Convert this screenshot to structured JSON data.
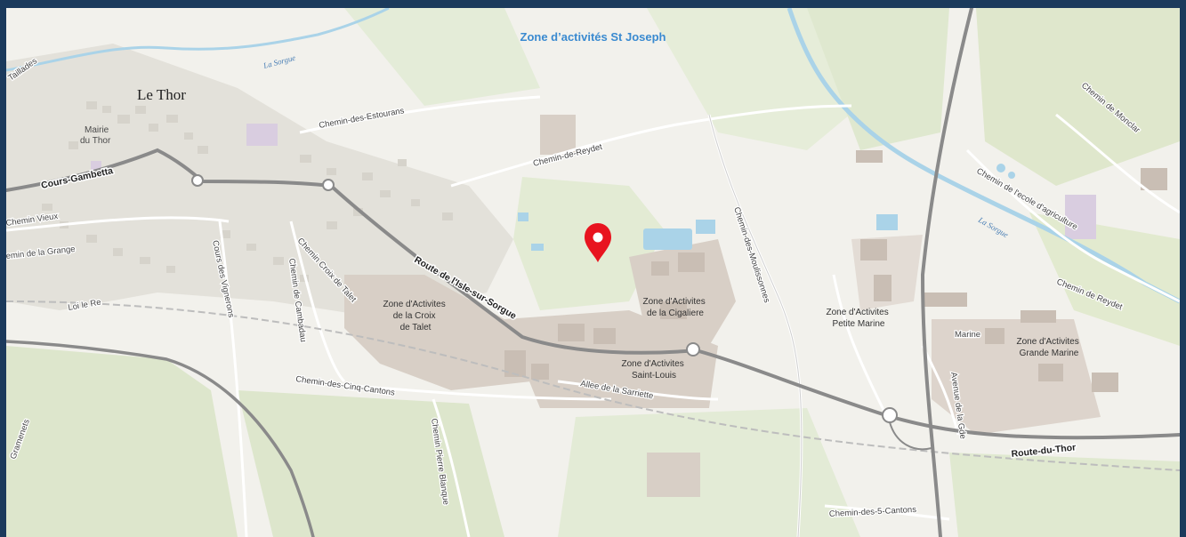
{
  "caption": "Zone d’activités St Joseph",
  "labels": {
    "town": "Le Thor",
    "mairie_line1": "Mairie",
    "mairie_line2": "du Thor",
    "cours_gambetta": "Cours-Gambetta",
    "chemin_vieux": "Chemin Vieux",
    "chemin_grange": "emin de la Grange",
    "loi_re": "Loi le Re",
    "cours_vignerons": "Cours des Vignerons",
    "chemin_cambaud": "Chemin de Cambadau",
    "chemin_croix_talet": "Chemin Croix de Talet",
    "route_isle": "Route de l'Isle-sur-Sorgue",
    "chemin_cinq_cantons": "Chemin-des-Cinq-Cantons",
    "chemin_pierre_blanque": "Chemin Pierre Blanque",
    "chemin_estourans": "Chemin-des-Estourans",
    "chemin_reydet": "Chemin-de-Reydet",
    "chemin_moulissonnes": "Chemin-des-Moulissonnes",
    "chemin_ecole": "Chemin de l'ecole d'agriculture",
    "chemin_reydet_east": "Chemin de Reydet",
    "chemin_moncla": "Chemin de Monclar",
    "la_sorgue_west": "La Sorgue",
    "la_sorgue_east": "La Sorgue",
    "gramenets": "Gramenets",
    "allee_sarriette": "Allee de la Sarriette",
    "avenue_gde": "Avenue de la Gde",
    "marine": "Marine",
    "route_thor": "Route-du-Thor",
    "chemin_5_cantons": "Chemin-des-5-Cantons",
    "taillades": "Taillades"
  },
  "zones": {
    "croix_talet": [
      "Zone d'Activites",
      "de la Croix",
      "de Talet"
    ],
    "cigaliere": [
      "Zone d'Activites",
      "de la Cigaliere"
    ],
    "saint_louis": [
      "Zone d'Activites",
      "Saint-Louis"
    ],
    "petite_marine": [
      "Zone d'Activites",
      "Petite Marine"
    ],
    "grande_marine": [
      "Zone d'Activites",
      "Grande Marine"
    ]
  },
  "marker": {
    "icon": "location-pin-icon",
    "color": "#e8141f"
  },
  "colors": {
    "frame": "#1b3a5c",
    "land": "#f2f1ec",
    "green": "#dfe8cf",
    "water": "#aad3e8",
    "industrial": "#d9cfc8",
    "major_road": "#8a8a8a"
  }
}
